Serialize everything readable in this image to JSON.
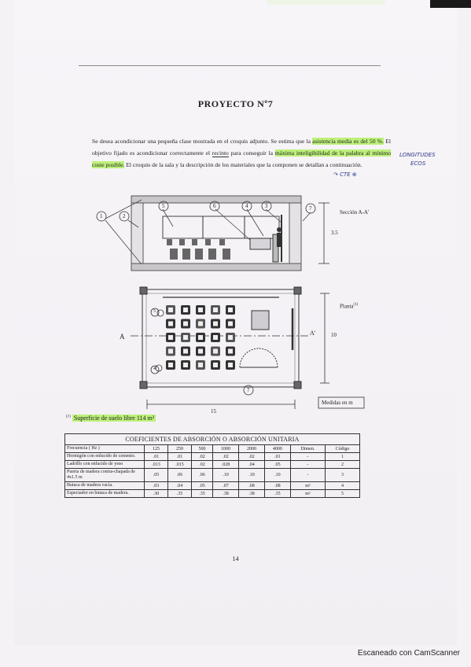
{
  "document": {
    "title": "PROYECTO Nº7",
    "intro": {
      "p1": "Se desea acondicionar una pequeña clase mostrada en el croquis adjunto. Se estima que la",
      "hl1": "asistencia media es del 50 %.",
      "p2": " El objetivo fijado es acondicionar correctamente el ",
      "ul1": "recinto",
      "p3": " para conseguir la ",
      "hl2": "máxima inteligibilidad de la palabra al mínimo coste posible.",
      "p4": " El croquis de la sala y la descripción de los materiales que la componen se detallan a continuación."
    },
    "handwriting": {
      "note1": "LONGITUDES",
      "note2": "ECOS",
      "note3": "↷ CTE ⊕"
    },
    "drawing": {
      "section_label": "Sección A-A'",
      "plan_label": "Planta",
      "plan_sup": "(1)",
      "height_label": "3.5",
      "depth_label": "10",
      "width_label": "15",
      "units_label": "Medidas en m",
      "cut_a": "A",
      "cut_a2": "A'",
      "callouts": [
        "1",
        "2",
        "3",
        "4",
        "5",
        "6",
        "7"
      ]
    },
    "footnote": {
      "mark": "(1)",
      "text": "Superficie de suelo libre 114 m²"
    },
    "table": {
      "caption": "COEFICIENTES DE ABSORCIÓN O ABSORCIÓN UNITARIA",
      "header": [
        "Frecuencia ( Hz )",
        "125",
        "250",
        "500",
        "1000",
        "2000",
        "4000",
        "Dimen.",
        "Código"
      ],
      "rows": [
        [
          "Hormigón con enlucido de cemento.",
          ".01",
          ".01",
          ".02",
          ".02",
          ".02",
          ".01",
          "-",
          "1"
        ],
        [
          "Ladrillo con enlucido de yeso",
          ".013",
          ".015",
          ".02",
          ".028",
          ".04",
          ".05",
          "-",
          "2"
        ],
        [
          "Puerta de madera contra-chapada de 4x1.5 m",
          ".05",
          ".06",
          ".06",
          ".10",
          ".10",
          ".10",
          "-",
          "3"
        ],
        [
          "Butaca de madera vacía.",
          ".03",
          ".04",
          ".05",
          ".07",
          ".08",
          ".08",
          "m²",
          "4"
        ],
        [
          "Espectador en butaca de madera.",
          ".30",
          ".35",
          ".35",
          ".38",
          ".38",
          ".35",
          "m²",
          "5"
        ]
      ]
    },
    "page_number": "14"
  },
  "scanner": {
    "watermark": "Escaneado con CamScanner"
  },
  "colors": {
    "highlight": "#bdf07a",
    "ink": "#2d3a8c"
  }
}
